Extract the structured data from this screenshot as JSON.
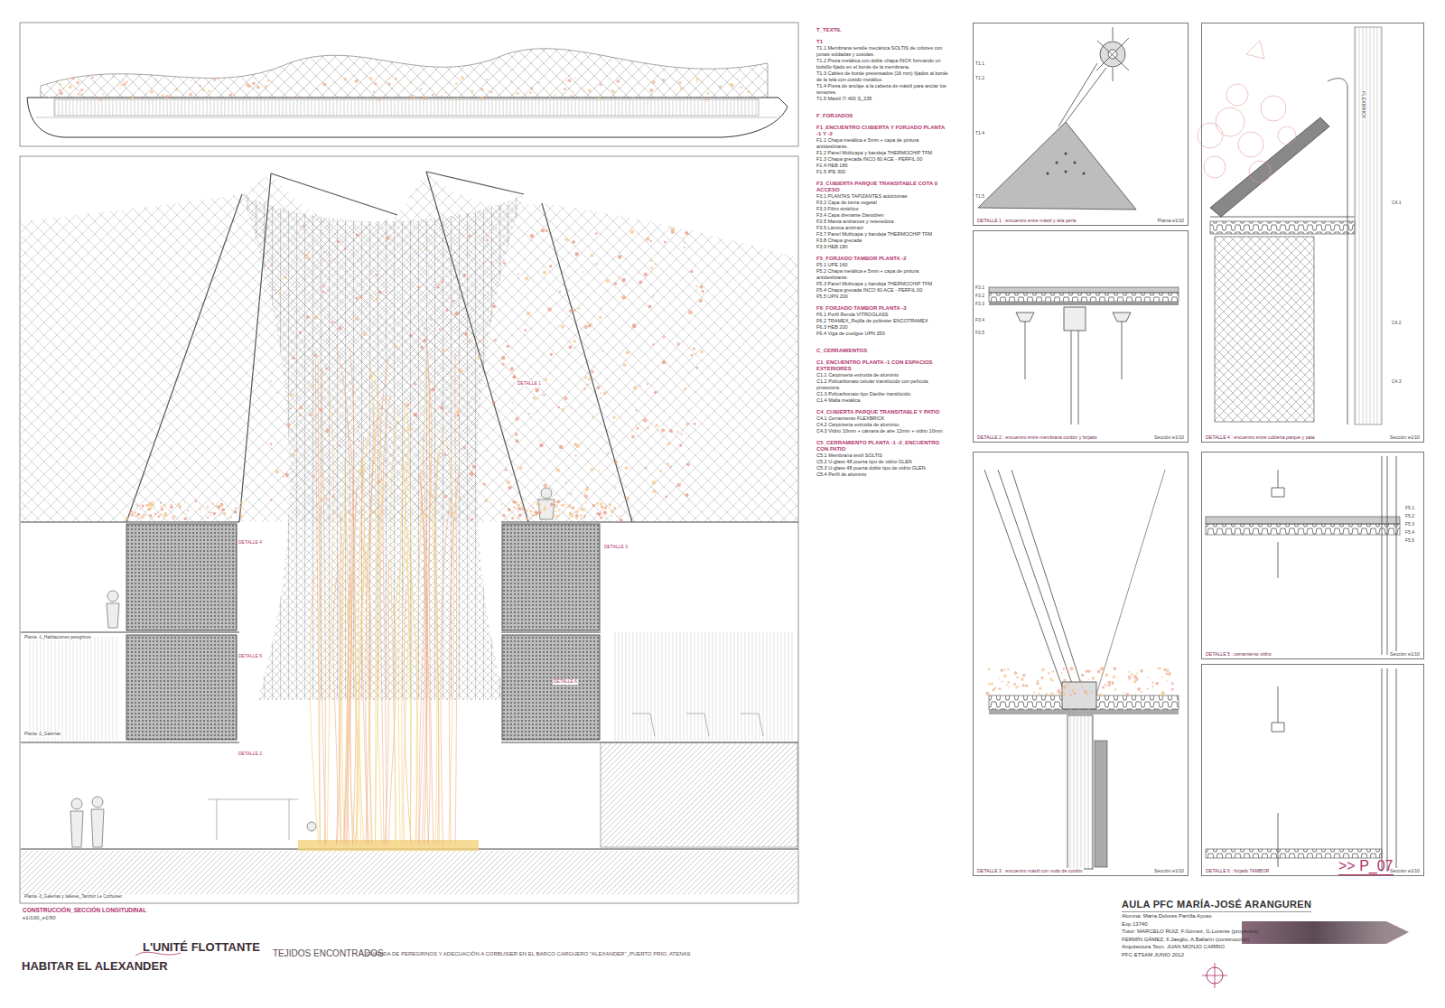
{
  "diagram": {
    "nodes": [
      {
        "text": [
          "CONSTRUCCIÓN_SECCIÓN LONGITUDINAL",
          "e1/100_e1/50"
        ]
      },
      {
        "text": [
          "DETALLE 1 : encuentro entre mástil y tela perla",
          "Planta e1/10"
        ]
      },
      {
        "text": [
          "DETALLE 2 : encuentro entre membrana cordón y forjado",
          "Sección e1/10"
        ]
      },
      {
        "text": [
          "DETALLE 3 : encuentro mástil con nudo de cordón",
          "Sección e1/10"
        ]
      },
      {
        "text": [
          "DETALLE 4 : encuentro entre cubierta parque y pata",
          "Sección e1/10"
        ]
      },
      {
        "text": [
          "DETALLE 5 : cerramiento vidrio",
          "Sección e1/10"
        ]
      },
      {
        "text": [
          "DETALLE 6 : forjado TAMBOR",
          "Sección e1/10"
        ]
      },
      {
        "text": [
          "AULA PFC MARÍA-JOSÉ ARANGUREN",
          "Alumna: María Dolores Parrilla Ayuso",
          "Exp 13740",
          "Tutor: MARCELO RUIZ, F.Gómez, G.Lorente (proyectos)",
          "FERMÍN GÁMEZ, F.Jaeglio, A.Ballarín (construcción)",
          "Arquitectura Tecn. JUAN MONJO CARRIO",
          "PFC ETSAM JUNIO 2012"
        ]
      }
    ],
    "labels": [
      "T_TEXTIL",
      "T1",
      "T1.1 Membrana tensile mecánica SOLTIS de colores con juntas soldadas y cosidas.",
      "T1.2 Pieza metálica con doble chapa INOX formando un bolsillo fijado en el borde de la membrana.",
      "T1.3 Cables de borde pretensados (16 mm) fijados al borde de la tela con cosido metálico.",
      "T1.4 Pieza de anclaje a la cabeza de mástil para anclar los tensores.",
      "T1.5 Mástil ∅ 400 S_235",
      "F_FORJADOS",
      "F1_ENCUENTRO CUBIERTA Y FORJADO PLANTA -1 Y -2",
      "F1.1 Chapa metálica e 5mm + capa de pintura antideslizante.",
      "F1.2 Panel Multicapa y bandeja THERMOCHIP TFM",
      "F1.3 Chapa grecada INCO 60 ACE - PERFIL 00",
      "F1.4 HEB 180",
      "F1.5 IPE 300",
      "F3_CUBIERTA PARQUE TRANSITABLE COTA 0 ACCESO",
      "F3.1 PLANTAS TAPIZANTES autóctonas",
      "F3.2 Capa de tierra vegetal",
      "F3.3 Filtro sintético",
      "F3.4 Capa drenante Danodren",
      "F3.5 Manta antiraíces y retenedora",
      "F3.6 Lámina antirraíz",
      "F3.7 Panel Multicapa y bandeja THERMOCHIP TFM",
      "F3.8 Chapa grecada",
      "F3.9 HEB 180",
      "F5_FORJADO TAMBOR PLANTA -2",
      "F5.1 UPE 160",
      "F5.2 Chapa metálica e 5mm + capa de pintura antideslizante.",
      "F5.3 Panel Multicapa y bandeja THERMOCHIP TFM",
      "F5.4 Chapa grecada INCO 60 ACE - PERFIL 00",
      "F5.5 UPN 200",
      "F6_FORJADO TAMBOR PLANTA -3",
      "F6.1 Perfil Renda VITROGLASS",
      "F6.2 TRAMEX_Rejilla de poliéster ENCOTRAMEX",
      "F6.3 HEB 200",
      "F6.4 Viga de cuelgue UPN 350",
      "C_CERRAMIENTOS",
      "C1_ENCUENTRO PLANTA -1 CON ESPACIOS EXTERIORES",
      "C1.1 Carpintería extruida de aluminio",
      "C1.2 Policarbonato celular translúcido con película protectora.",
      "C1.3 Policarbonato tipo Danlite translúcido.",
      "C1.4 Malla metálica.",
      "C4_CUBIERTA PARQUE TRANSITABLE Y PATIO",
      "C4.1 Cerramiento FLEXBRICK",
      "C4.2 Carpintería extruida de aluminio.",
      "C4.3 Vidrio 10mm + cámara de aire 12mm + vidrio 10mm",
      "C5_CERRAMIENTO PLANTA -1 -2_ENCUENTRO CON PATIO",
      "C5.1 Membrana textil SOLTIS",
      "C5.2 U-glass 48 puerta tipo de vidrio GLEN",
      "C5.3 U-glass 48 puerta doble tipo de vidrio GLEN",
      "C5.4 Perfil de aluminio",
      "DETALLE 1",
      "DETALLE 4",
      "DETALLE 5",
      "DETALLE 2",
      "DETALLE 3",
      "DETALLE 6",
      "Planta -1_Habitaciones peregrinos",
      "Planta -2_Galerías",
      "Planta -3_Galerías y talleres_Tambor Le Corbusier",
      "HABITAR EL ALEXANDER",
      "L'UNITÉ FLOTTANTE",
      "TEJIDOS ENCONTRADOS",
      "_GUARIDA DE PEREGRINOS Y ADECUACIÓN A CORBUSIER EN EL BARCO CARGUERO \"ALEXANDER\"_PUERTO PRIO, ATENAS",
      ">> P_07",
      "FLEXBRICK",
      "F3.1",
      "F3.2",
      "F3.3",
      "F3.4",
      "F3.5",
      "F5.1",
      "F5.2",
      "F5.3",
      "F5.4",
      "F5.5",
      "C4.1",
      "C4.2",
      "C4.3",
      "T1.1",
      "T1.2",
      "T1.4",
      "T1.5"
    ]
  }
}
